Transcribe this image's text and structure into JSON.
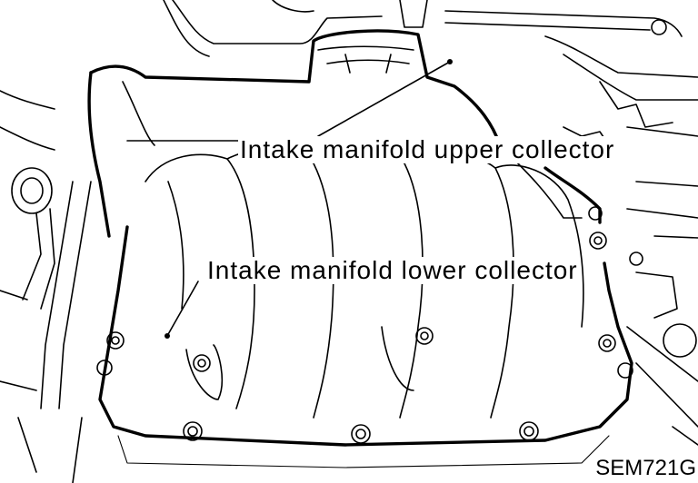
{
  "labels": {
    "upper_collector": "Intake manifold upper collector",
    "lower_collector": "Intake manifold lower collector"
  },
  "figure_code": "SEM721G",
  "colors": {
    "ink": "#000000",
    "paper": "#ffffff"
  }
}
